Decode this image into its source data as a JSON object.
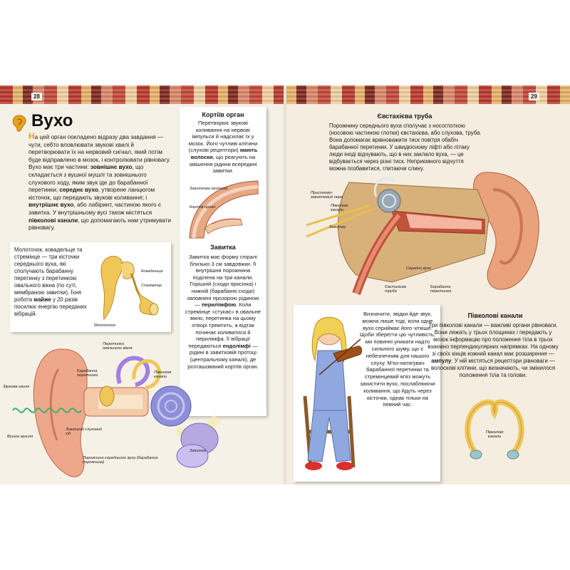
{
  "pages": {
    "left_number": "28",
    "right_number": "29"
  },
  "title": "Вухо",
  "intro": {
    "dropcap": "Н",
    "p1": "а цей орган покладено відразу два завдання — чути, себто вловлювати звукові хвилі й перетворювати їх на нервовий сигнал, який потім буде відправлено в мозок, і контролювати рівновагу. Вухо має три частини:",
    "outer_term": "зовнішнє вухо",
    "p2": ", що складається з вушної мушлі та зовнішнього слухового ходу, яким звук іде до барабанної перетинки;",
    "middle_term": "середнє вухо",
    "p3": ", утворене ланцюгом кісточок, що передають звукові коливання;",
    "inner_pre": "і",
    "inner_term": "внутрішнє вухо",
    "p4": ", або лабіринт, частиною якого є завитка. У внутрішньому вусі також містяться",
    "canals_term": "півколові канали",
    "p5": ", що допомагають нам утримувати рівновагу."
  },
  "ossicles_box": {
    "p1": "Молоточок, ковадельце та стремінце — три кісточки середнього вуха, які сполучають барабанну перетинку з перетинкою овального вікна (по суті, мембраною завитки). Їхня робота",
    "strong": "майже",
    "p2": "у 20 разів посилює енергію переданих вібрацій.",
    "labels": {
      "anvil": "Ковадельце",
      "stirrup": "Стремінце",
      "hammer": "Молоточок"
    }
  },
  "corti_box": {
    "heading": "Кортіїв орган",
    "text": "Перетворює звукові коливання на нервові імпульси й надсилає їх у мозок. Його чутливі клітини (слухові рецептори)",
    "strong": "мають волоски",
    "text2": ", що реагують на змішення рідини всередині завитки.",
    "labels": {
      "vestibular": "Завиткова протока",
      "organ": "Кортіїв орган"
    },
    "cochlea_heading": "Завитка",
    "cochlea_text": "Завитка має форму спіралі близько 3 см завдовжки. Її внутрішня порожнина поділена на три канали. Горішній (сходи присінка) і нижній (барабанні сходи) заповнені прозорою рідиною —",
    "perilymph": "перилімфою",
    "cochlea_text2": ". Коли стремінце «стукає» в овальне вікно, перетинка на цьому отворі тремтить, а відтак починає коливатися й перилімфа. Її вібрації передаються",
    "endolymph": "ендолімфі",
    "cochlea_text3": "— рідині в завитковій протоці (центральному каналі), де розташований",
    "cochlea_text4": "кортіїв орган."
  },
  "bottom_labels": {
    "sound_wave": "Звукова хвиля",
    "oval_window": "Перетинка овального вікна",
    "eardrum": "Барабанна перетинка",
    "semicircular": "Півколові канали",
    "pinna": "Вушна мушля",
    "canal": "Зовнішній слуховий хід",
    "middle_cavity": "Порожнина середнього вуха (барабанна порожнина)",
    "cochlea": "Завитка"
  },
  "eustachian": {
    "heading": "Євстахієва труба",
    "text": "Порожнину середнього вуха сполучає з носоглоткою (носовою частиною глотки) євстахієва, або слухова, труба. Вона допомагає врівноважити тиск повітря обабіч барабанної перетинки. У швидкісному ліфті або літаку люди іноді відчувають, що в них заклало вуха, — це відбувається через різні тиск. Неприємного відчуття можна позбавитися, глитаючи слину."
  },
  "ear_labels": {
    "nerve": "Присінково-завитковий нерв",
    "canals": "Півколові канали",
    "cochlea": "Завитка",
    "middle": "Середнє вухо",
    "tube": "Євстахієва труба",
    "eardrum": "Барабанна перетинка"
  },
  "girl_box": {
    "text": "Визначити, звідки йде звук, можна лише тоді, коли одне вухо сприймає його чіткіше. Щоби зберегти цю чутливість, ми повинні уникати надто сильного шуму, що є небезпечним для нашого слуху. М'яз-натягувач барабанної перетинки та стремінцевий м'яз можуть захистити вухо, послаблюючи коливання, що йдуть через кісточки, однак тільки на певний час."
  },
  "semicircular": {
    "heading": "Півколові канали",
    "text": "Три півколові канали — важливі органи рівноваги. Вони лежать у трьох площинах і передають у мозок інформацію про положення тіла в трьох взаємно перпендикулярних напрямках. На одному зі своїх кінців кожний канал має розширення —",
    "ampulla": "ампулу",
    "text2": ". У ній містяться рецептори рівноваги — волоскові клітини, що визначають, чи змінилося положення тіла та голови.",
    "label": "Півколові канали"
  },
  "colors": {
    "accent": "#e8a21b",
    "skin": "#e9a07a",
    "bone": "#f1c659",
    "cochlea_blue": "#8e8fd8",
    "wave": "#38b26a"
  }
}
